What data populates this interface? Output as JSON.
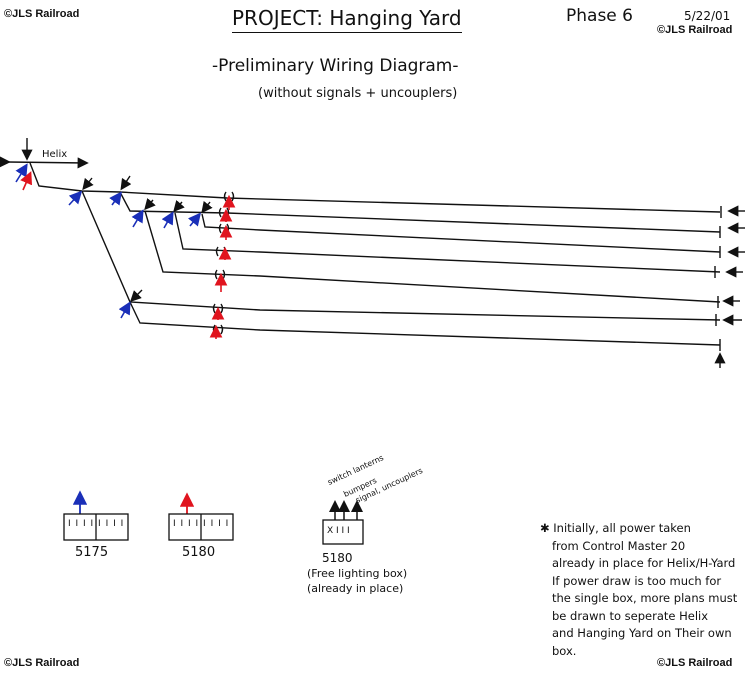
{
  "watermark": "©JLS Railroad",
  "title": "PROJECT: Hanging Yard",
  "phase": "Phase 6",
  "date": "5/22/01",
  "subtitle": "-Preliminary Wiring Diagram-",
  "subtitle2": "(without signals + uncouplers)",
  "helix_label": "Helix",
  "colors": {
    "blue": "#1a2fb8",
    "red": "#e0141e",
    "ink": "#111111"
  },
  "boxes": [
    {
      "label": "5175",
      "arrow_color": "blue",
      "contacts": "I I I I   I I I I"
    },
    {
      "label": "5180",
      "arrow_color": "red",
      "contacts": "I I I I   I I I I"
    },
    {
      "label": "5180",
      "caption1": "(Free lighting box)",
      "caption2": "(already in place)",
      "contacts": "X I I I",
      "outputs": [
        "switch lanterns",
        "bumpers",
        "signal, uncouplers"
      ]
    }
  ],
  "note": [
    "✱ Initially, all power taken",
    "from Control Master 20",
    "already in place for Helix/H-Yard",
    "If power draw is too much for",
    "the single box, more plans must",
    "be drawn to seperate Helix",
    "and Hanging Yard on Their own",
    "box."
  ]
}
